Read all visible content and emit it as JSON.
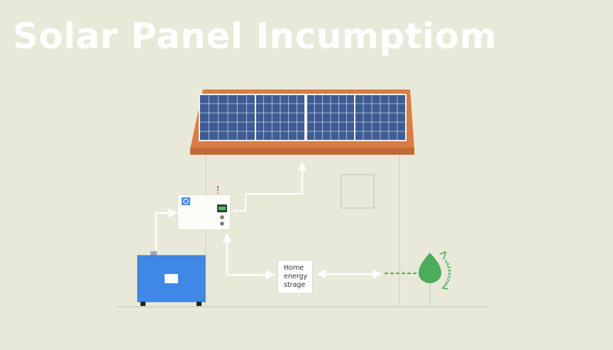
{
  "title": "Solar Panel Incumptiom",
  "home_storage_label": [
    "Home",
    "energy",
    "strage"
  ],
  "colors": {
    "background": "#e8e9d8",
    "roof": "#d97d45",
    "panel": "#3f5b93",
    "battery": "#3f88e6",
    "plant": "#4cac5c",
    "arrow": "#ffffff"
  },
  "icons": {
    "inverter_logo": "fan-icon",
    "plant": "leaf-icon",
    "cycle": "recycle-arrows-icon"
  }
}
